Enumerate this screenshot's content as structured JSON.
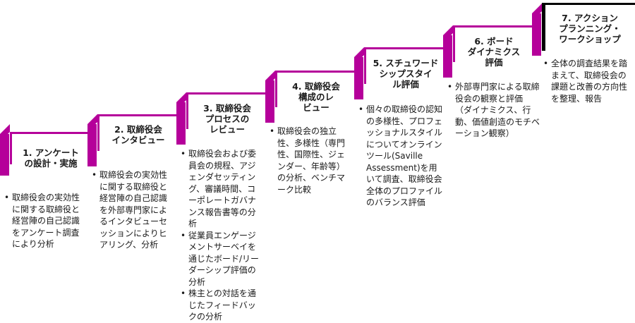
{
  "colors": {
    "accent": "#b5009a",
    "final": "#000000",
    "text": "#1a1a1a"
  },
  "steps": [
    {
      "title": [
        "1. アンケート",
        "の設計・実施"
      ],
      "bullets": [
        "取締役会の実効性に関する取締役と経営陣の自己認識をアンケート調査により分析"
      ]
    },
    {
      "title": [
        "2. 取締役会",
        "インタビュー"
      ],
      "bullets": [
        "取締役会の実効性に関する取締役と経営陣の自己認識を外部専門家によるインタビューセッションによりヒアリング、分析"
      ]
    },
    {
      "title": [
        "3. 取締役会",
        "プロセスの",
        "レビュー"
      ],
      "bullets": [
        "取締役会および委員会の規程、アジェンダセッティング、審議時間、コーポレートガバナンス報告書等の分析",
        "従業員エンゲージメントサーベイを通じたボード/リーダーシップ評価の分析",
        "株主との対話を通じたフィードバックの分析"
      ]
    },
    {
      "title": [
        "4. 取締役会",
        "構成のレ",
        "ビュー"
      ],
      "bullets": [
        "取締役会の独立性、多様性（専門性、国際性、ジェンダー、年齢等）の分析、ベンチマーク比較"
      ]
    },
    {
      "title": [
        "5. スチュワード",
        "シップスタイ",
        "ル評価"
      ],
      "bullets": [
        "個々の取締役の認知の多様性、プロフェッショナルスタイルについてオンラインツール(Saville Assessment)を用いて調査、取締役会全体のプロファイルのバランス評価"
      ]
    },
    {
      "title": [
        "6. ボード",
        "ダイナミクス",
        "評価"
      ],
      "bullets": [
        "外部専門家による取締役会の観察と評価　（ダイナミクス、行動、価値創造のモチベーション観察）"
      ]
    },
    {
      "title": [
        "7. アクション",
        "プランニング・",
        "ワークショップ"
      ],
      "bullets": [
        "全体の調査結果を踏まえて、取締役会の課題と改善の方向性を整理、報告"
      ]
    }
  ]
}
